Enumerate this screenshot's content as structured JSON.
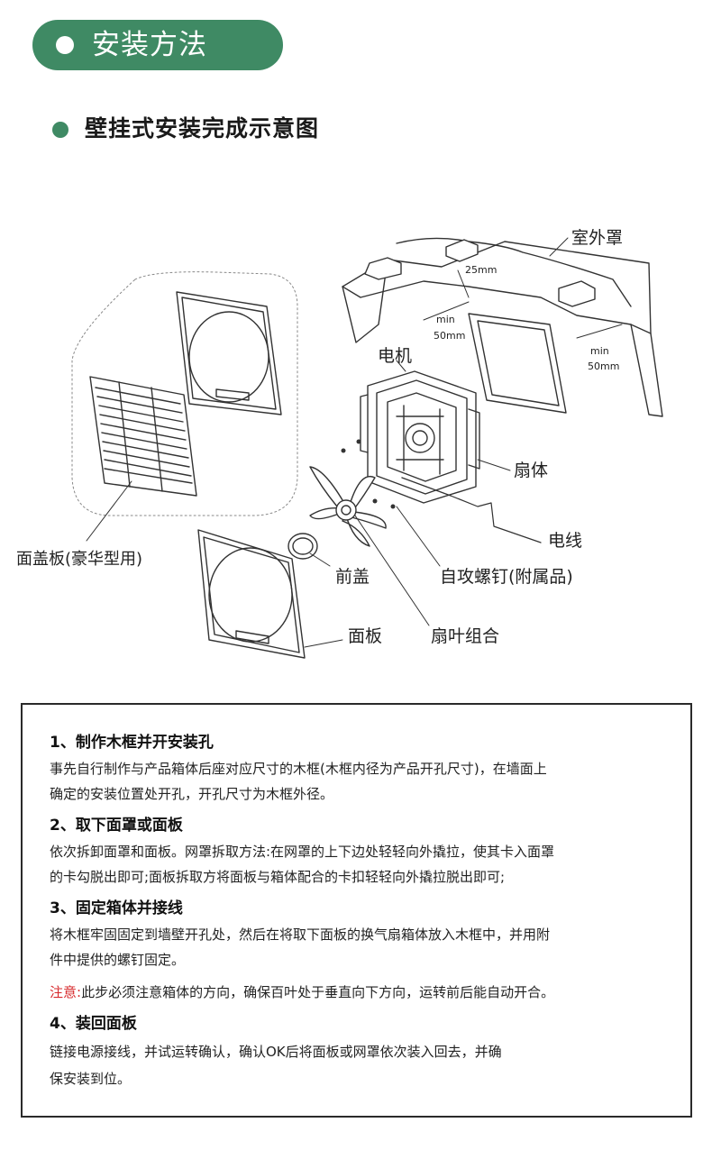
{
  "section_title": "安装方法",
  "subtitle": "壁挂式安装完成示意图",
  "diagram_labels": {
    "outdoor_cover": "室外罩",
    "gap_25": "25mm",
    "min_left_1": "min",
    "min_left_2": "50mm",
    "min_right_1": "min",
    "min_right_2": "50mm",
    "motor": "电机",
    "fan_body": "扇体",
    "wire": "电线",
    "screws": "自攻螺钉(附属品)",
    "deluxe_cover": "面盖板(豪华型用)",
    "front_cap": "前盖",
    "panel": "面板",
    "blade_assembly": "扇叶组合"
  },
  "steps": [
    {
      "title": "1、制作木框并开安装孔",
      "lines": [
        "事先自行制作与产品箱体后座对应尺寸的木框(木框内径为产品开孔尺寸)，在墙面上",
        "确定的安装位置处开孔，开孔尺寸为木框外径。"
      ]
    },
    {
      "title": "2、取下面罩或面板",
      "lines": [
        "依次拆卸面罩和面板。网罩拆取方法:在网罩的上下边处轻轻向外撬拉，使其卡入面罩",
        "的卡勾脱出即可;面板拆取方将面板与箱体配合的卡扣轻轻向外撬拉脱出即可;"
      ]
    },
    {
      "title": "3、固定箱体并接线",
      "lines": [
        "将木框牢固固定到墙壁开孔处，然后在将取下面板的换气扇箱体放入木框中，并用附",
        "件中提供的螺钉固定。"
      ],
      "note_label": "注意:",
      "note_text": "此步必须注意箱体的方向，确保百叶处于垂直向下方向，运转前后能自动开合。"
    },
    {
      "title": "4、装回面板",
      "lines": [
        "链接电源接线，并试运转确认，确认OK后将面板或网罩依次装入回去，并确",
        "保安装到位。"
      ]
    }
  ],
  "colors": {
    "accent_green": "#3f8a64",
    "warning_red": "#d7282b"
  }
}
